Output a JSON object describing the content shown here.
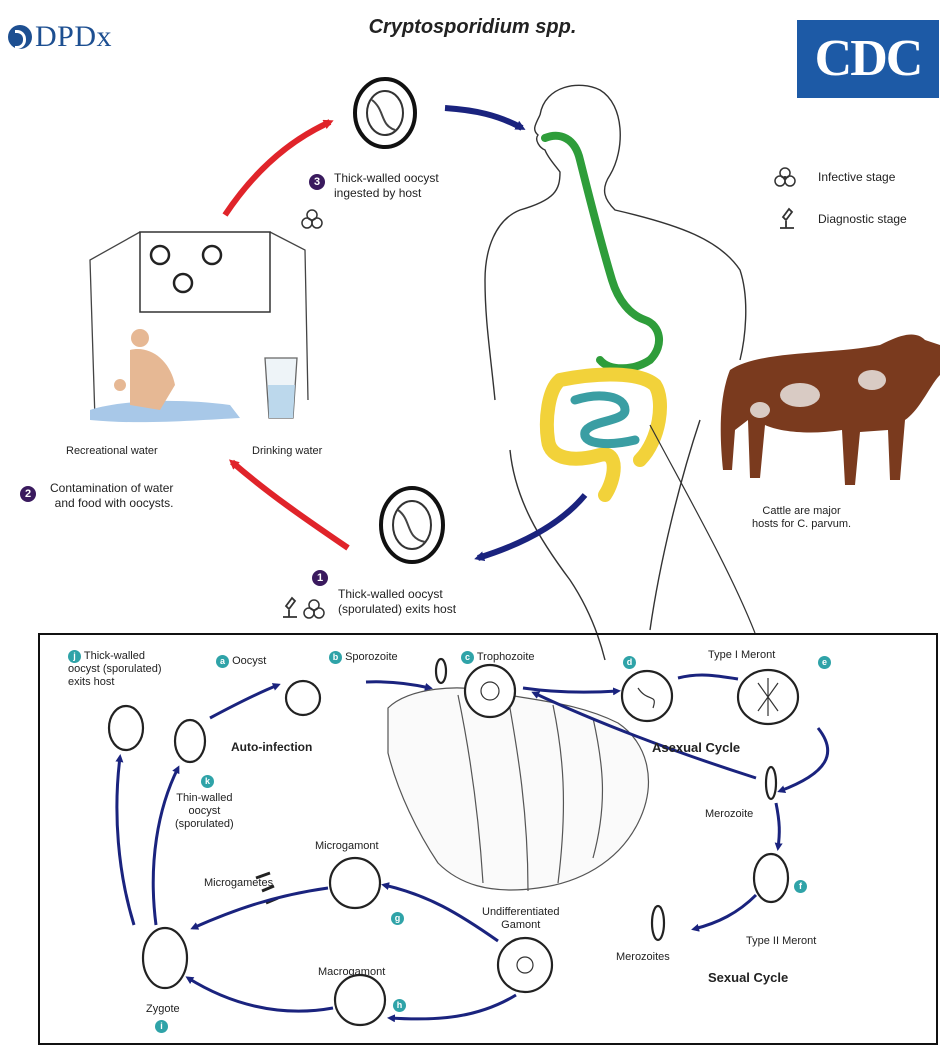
{
  "header": {
    "dpdx_logo": "DPDx",
    "title": "Cryptosporidium spp.",
    "cdc_logo": "CDC"
  },
  "legend": {
    "infective": "Infective stage",
    "diagnostic": "Diagnostic stage",
    "infective_icon": "biohazard-icon",
    "diagnostic_icon": "microscope-icon"
  },
  "main_cycle": {
    "step1": {
      "num": "1",
      "text": "Thick-walled oocyst\n(sporulated) exits host"
    },
    "step2": {
      "num": "2",
      "text": "Contamination of water\nand food with oocysts."
    },
    "step3": {
      "num": "3",
      "text": "Thick-walled oocyst\ningested by host"
    },
    "recreational": "Recreational water",
    "drinking": "Drinking water",
    "cattle": "Cattle are major\nhosts for C. parvum."
  },
  "detail_cycle": {
    "a": {
      "letter": "a",
      "text": "Oocyst"
    },
    "b": {
      "letter": "b",
      "text": "Sporozoite"
    },
    "c": {
      "letter": "c",
      "text": "Trophozoite"
    },
    "d": {
      "letter": "d",
      "text": ""
    },
    "type1": "Type I Meront",
    "e": {
      "letter": "e",
      "text": ""
    },
    "asexual": "Asexual Cycle",
    "merozoite": "Merozoite",
    "f": {
      "letter": "f",
      "text": ""
    },
    "type2": "Type II Meront",
    "merozoites": "Merozoites",
    "sexual": "Sexual Cycle",
    "undiff": "Undifferentiated\nGamont",
    "microgamont": "Microgamont",
    "g": {
      "letter": "g",
      "text": ""
    },
    "microgametes": "Microgametes",
    "macrogamont": "Macrogamont",
    "h": {
      "letter": "h",
      "text": ""
    },
    "zygote": "Zygote",
    "i": {
      "letter": "i",
      "text": ""
    },
    "j": {
      "letter": "j",
      "text": "Thick-walled\noocyst (sporulated)\nexits host"
    },
    "k": {
      "letter": "k",
      "text": "Thin-walled\noocyst\n(sporulated)"
    },
    "autoinfection": "Auto-infection"
  },
  "colors": {
    "red_arrow": "#e0242a",
    "blue_arrow": "#1a237e",
    "badge": "#3a1a5e",
    "teal_badge": "#2fa3a8",
    "gi_green": "#2e9d3a",
    "colon_yellow": "#f2d23a",
    "intestine_teal": "#3a9ea3",
    "cdc_blue": "#1d5aa6"
  }
}
